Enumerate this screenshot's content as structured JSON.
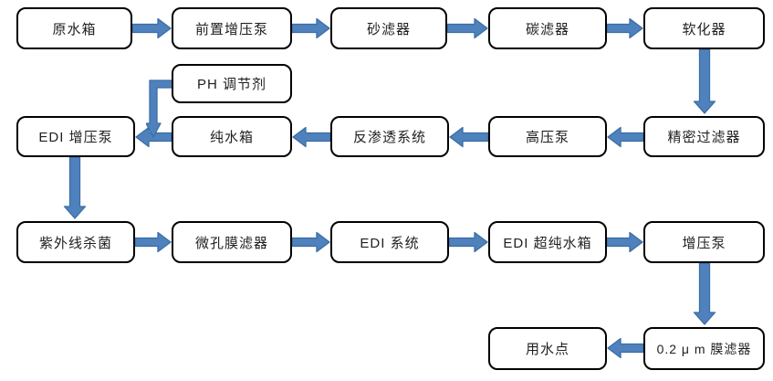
{
  "diagram": {
    "type": "flowchart",
    "title": "EDI ultrapure water treatment process flow",
    "colors": {
      "arrow_fill": "#4F81BD",
      "arrow_border": "#3A6EA5",
      "box_border": "#000000",
      "box_fill": "#FFFFFF",
      "canvas_bg": "#FFFFFF"
    },
    "nodes": [
      {
        "id": "raw-water-tank",
        "label": "原水箱"
      },
      {
        "id": "pre-booster-pump",
        "label": "前置增压泵"
      },
      {
        "id": "sand-filter",
        "label": "砂滤器"
      },
      {
        "id": "carbon-filter",
        "label": "碳滤器"
      },
      {
        "id": "softener",
        "label": "软化器"
      },
      {
        "id": "ph-adjuster",
        "label": "PH 调节剂"
      },
      {
        "id": "edi-booster-pump",
        "label": "EDI 增压泵"
      },
      {
        "id": "pure-water-tank",
        "label": "纯水箱"
      },
      {
        "id": "ro-system",
        "label": "反渗透系统"
      },
      {
        "id": "high-pressure-pump",
        "label": "高压泵"
      },
      {
        "id": "precision-filter",
        "label": "精密过滤器"
      },
      {
        "id": "uv-sterilizer",
        "label": "紫外线杀菌"
      },
      {
        "id": "microporous-membrane-filter",
        "label": "微孔膜滤器"
      },
      {
        "id": "edi-system",
        "label": "EDI 系统"
      },
      {
        "id": "edi-ultrapure-water-tank",
        "label": "EDI 超纯水箱"
      },
      {
        "id": "booster-pump",
        "label": "增压泵"
      },
      {
        "id": "point-of-use",
        "label": "用水点"
      },
      {
        "id": "membrane-filter-0-2um",
        "label": "0.2 μ m 膜滤器"
      }
    ],
    "edges": [
      {
        "from": "raw-water-tank",
        "to": "pre-booster-pump"
      },
      {
        "from": "pre-booster-pump",
        "to": "sand-filter"
      },
      {
        "from": "sand-filter",
        "to": "carbon-filter"
      },
      {
        "from": "carbon-filter",
        "to": "softener"
      },
      {
        "from": "softener",
        "to": "precision-filter"
      },
      {
        "from": "precision-filter",
        "to": "high-pressure-pump"
      },
      {
        "from": "high-pressure-pump",
        "to": "ro-system"
      },
      {
        "from": "ro-system",
        "to": "pure-water-tank"
      },
      {
        "from": "pure-water-tank",
        "to": "edi-booster-pump"
      },
      {
        "from": "ph-adjuster",
        "to": "pure-water-tank-to-edi-booster-pump-line"
      },
      {
        "from": "edi-booster-pump",
        "to": "uv-sterilizer"
      },
      {
        "from": "uv-sterilizer",
        "to": "microporous-membrane-filter"
      },
      {
        "from": "microporous-membrane-filter",
        "to": "edi-system"
      },
      {
        "from": "edi-system",
        "to": "edi-ultrapure-water-tank"
      },
      {
        "from": "edi-ultrapure-water-tank",
        "to": "booster-pump"
      },
      {
        "from": "booster-pump",
        "to": "membrane-filter-0-2um"
      },
      {
        "from": "membrane-filter-0-2um",
        "to": "point-of-use"
      }
    ]
  }
}
